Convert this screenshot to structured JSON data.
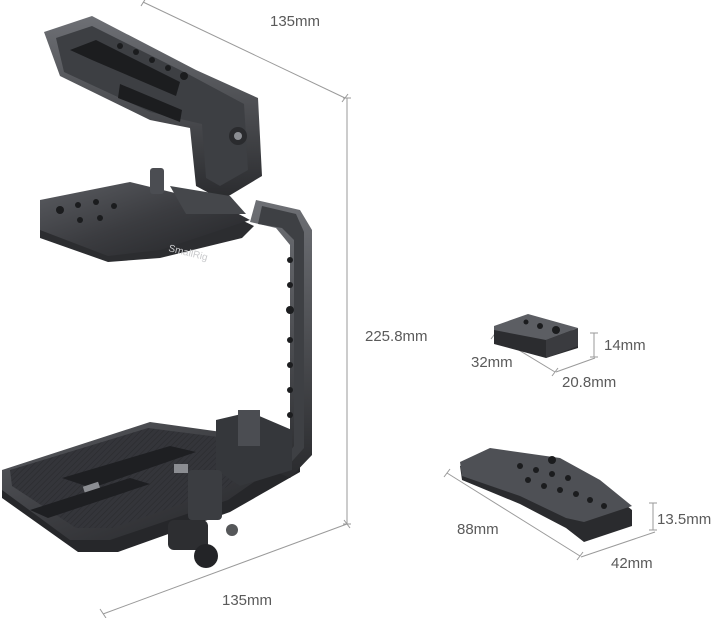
{
  "brand": "SmallRig",
  "dimensions": {
    "top_width": "135mm",
    "height": "225.8mm",
    "bottom_width": "135mm",
    "small_plate_height": "14mm",
    "small_plate_length": "32mm",
    "small_plate_width": "20.8mm",
    "top_plate_height": "13.5mm",
    "top_plate_length": "88mm",
    "top_plate_width": "42mm"
  },
  "colors": {
    "metal_dark": "#2f3033",
    "metal_mid": "#4a4c50",
    "metal_light": "#6b6d72",
    "dimension_line": "#9a9a9a"
  }
}
